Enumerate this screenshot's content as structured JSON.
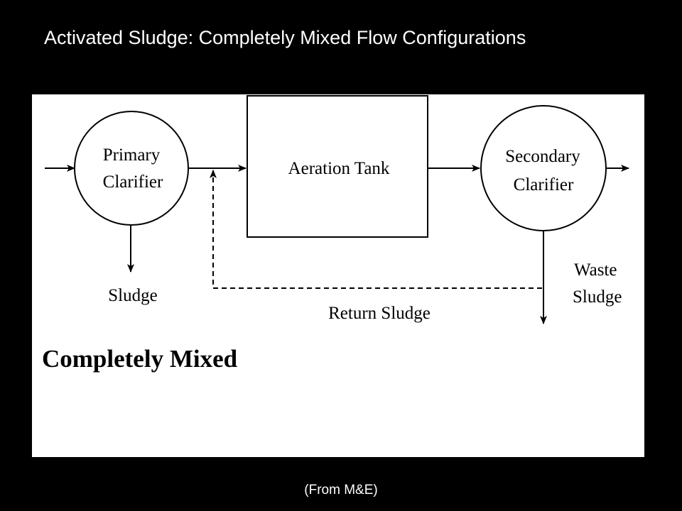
{
  "slide": {
    "title": "Activated Sludge: Completely Mixed Flow Configurations",
    "source_note": "(From M&E)"
  },
  "diagram": {
    "nodes": {
      "primary_clarifier": [
        "Primary",
        "Clarifier"
      ],
      "aeration_tank": "Aeration Tank",
      "secondary_clarifier": [
        "Secondary",
        "Clarifier"
      ]
    },
    "flows": {
      "primary_sludge": "Sludge",
      "waste_sludge": [
        "Waste",
        "Sludge"
      ],
      "return_sludge": "Return Sludge"
    },
    "caption": "Completely Mixed"
  },
  "colors": {
    "background": "#000000",
    "panel": "#ffffff",
    "ink": "#000000",
    "title_text": "#ffffff"
  }
}
